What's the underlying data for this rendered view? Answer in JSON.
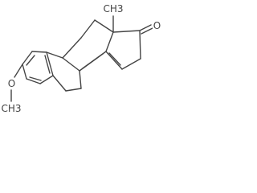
{
  "molecule": {
    "labels": {
      "methyl": "CH3",
      "carbonyl_oxygen": "O",
      "methoxy_oxygen": "O",
      "methoxy_carbon": "CH3"
    },
    "line_color": "#444444",
    "background_color": "#ffffff"
  }
}
